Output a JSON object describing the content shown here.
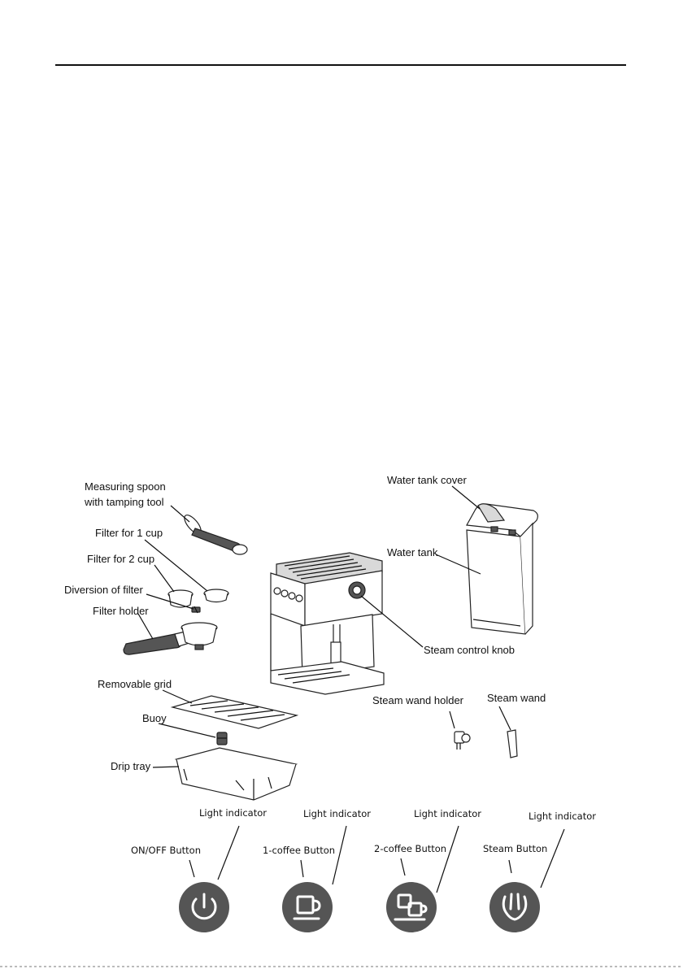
{
  "parts": {
    "measuring_spoon_line1": "Measuring spoon",
    "measuring_spoon_line2": "with tamping tool",
    "filter_1_cup": "Filter for 1 cup",
    "filter_2_cup": "Filter for 2 cup",
    "diversion_of_filter": "Diversion of filter",
    "filter_holder": "Filter holder",
    "water_tank_cover": "Water tank cover",
    "water_tank": "Water tank",
    "steam_control_knob": "Steam control knob",
    "removable_grid": "Removable grid",
    "buoy": "Buoy",
    "drip_tray": "Drip tray",
    "steam_wand_holder": "Steam wand holder",
    "steam_wand": "Steam wand"
  },
  "buttons": [
    {
      "label": "ON/OFF Button",
      "indicator": "Light indicator",
      "icon": "power-icon"
    },
    {
      "label": "1-coffee Button",
      "indicator": "Light indicator",
      "icon": "single-cup-icon"
    },
    {
      "label": "2-coffee Button",
      "indicator": "Light indicator",
      "icon": "double-cup-icon"
    },
    {
      "label": "Steam Button",
      "indicator": "Light indicator",
      "icon": "steam-icon"
    }
  ],
  "colors": {
    "button_fill": "#555555",
    "line": "#111111"
  }
}
